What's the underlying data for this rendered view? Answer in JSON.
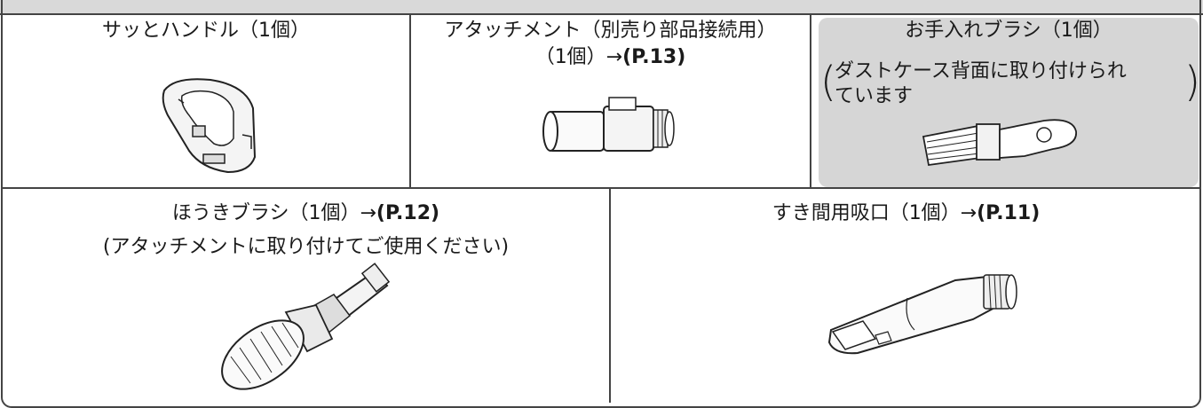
{
  "items": [
    {
      "name": "サッとハンドル（1個）",
      "ref": ""
    },
    {
      "name": "アタッチメント（別売り部品接続用）",
      "sub_prefix": "（1個）→",
      "ref": "(P.13)"
    },
    {
      "name": "お手入れブラシ（1個）",
      "note_line1": "ダストケース背面に取り付けられ",
      "note_line2": "ています"
    },
    {
      "name_prefix": "ほうきブラシ（1個）→",
      "ref": "(P.12)",
      "note": "(アタッチメントに取り付けてご使用ください)"
    },
    {
      "name_prefix": "すき間用吸口（1個）→",
      "ref": "(P.11)"
    }
  ],
  "colors": {
    "border": "#444444",
    "highlight_bg": "#d6d6d6",
    "header_bg": "#d9d9d9"
  }
}
